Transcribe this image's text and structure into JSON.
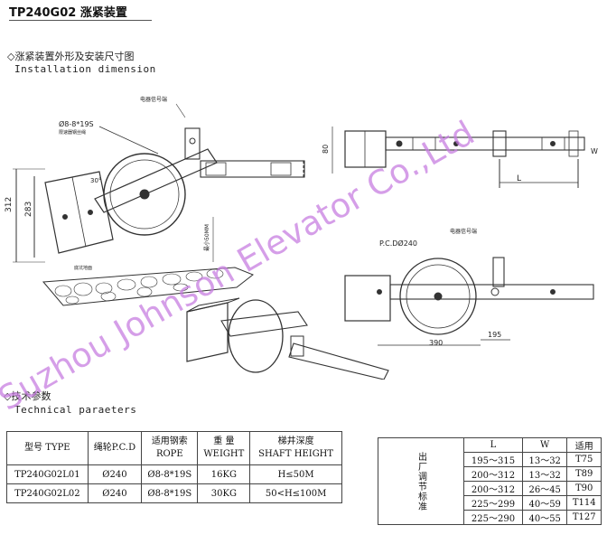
{
  "header": {
    "title": "TP240G02 涨紧装置"
  },
  "installation": {
    "title_cn": "◇涨紧装置外形及安装尺寸图",
    "title_en": "Installation dimension"
  },
  "drawing": {
    "label_rope": "Ø8-8*19S",
    "label_rope_note": "限速器钢丝绳",
    "label_switch_top": "电器信号端",
    "label_switch_right": "电器信号端",
    "dim_312": "312",
    "dim_283": "283",
    "dim_80": "80",
    "dim_angle": "30°",
    "dim_min": "最小50MM",
    "dim_pcd": "P.C.DØ240",
    "dim_L": "L",
    "dim_W": "W",
    "dim_390": "390",
    "dim_195": "195",
    "pit_label": "底坑地面"
  },
  "technical": {
    "title_cn": "◇技术参数",
    "title_en": "Technical paraeters"
  },
  "spec_table": {
    "headers": [
      {
        "cn": "型号 TYPE",
        "en": ""
      },
      {
        "cn": "绳轮P.C.D",
        "en": ""
      },
      {
        "cn": "适用钢索",
        "en": "ROPE"
      },
      {
        "cn": "重 量",
        "en": "WEIGHT"
      },
      {
        "cn": "梯井深度",
        "en": "SHAFT HEIGHT"
      }
    ],
    "rows": [
      [
        "TP240G02L01",
        "Ø240",
        "Ø8-8*19S",
        "16KG",
        "H≤50M"
      ],
      [
        "TP240G02L02",
        "Ø240",
        "Ø8-8*19S",
        "30KG",
        "50<H≤100M"
      ]
    ]
  },
  "std_table": {
    "side_label": "出厂调节标准",
    "headers": [
      "L",
      "W",
      "适用"
    ],
    "rows": [
      [
        "195～315",
        "13～32",
        "T75"
      ],
      [
        "200～312",
        "13～32",
        "T89"
      ],
      [
        "200～312",
        "26～45",
        "T90"
      ],
      [
        "225～299",
        "40～59",
        "T114"
      ],
      [
        "225～290",
        "40～55",
        "T127"
      ]
    ]
  },
  "watermark": {
    "text": "Suzhou Johnson Elevator Co.,Ltd",
    "color": "#c77ee0"
  }
}
